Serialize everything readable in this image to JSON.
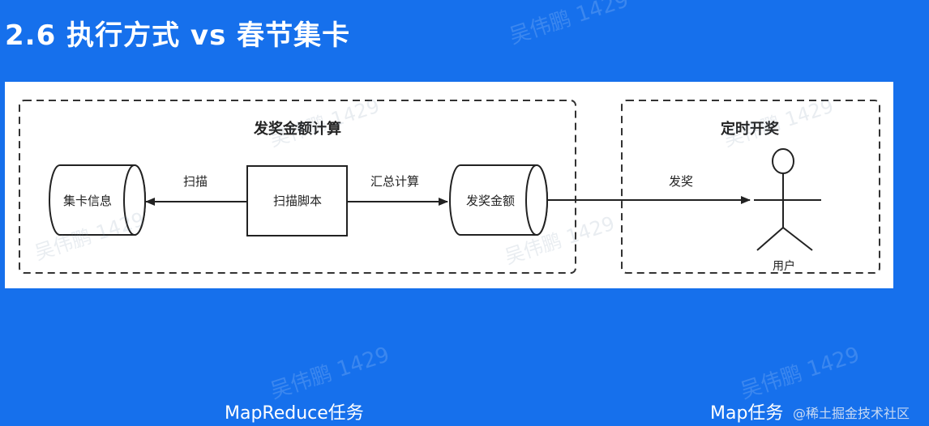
{
  "title": "2.6 执行方式 vs 春节集卡",
  "diagram": {
    "group_left_title": "发奖金额计算",
    "group_right_title": "定时开奖",
    "db_left_label": "集卡信息",
    "script_label": "扫描脚本",
    "db_right_label": "发奖金额",
    "arrow_scan_label": "扫描",
    "arrow_sum_label": "汇总计算",
    "arrow_award_label": "发奖",
    "user_label": "用户"
  },
  "captions": {
    "left": "MapReduce任务",
    "right": "Map任务"
  },
  "brand_watermark": "@稀土掘金技术社区",
  "watermark_text": "吴伟鹏 1429"
}
